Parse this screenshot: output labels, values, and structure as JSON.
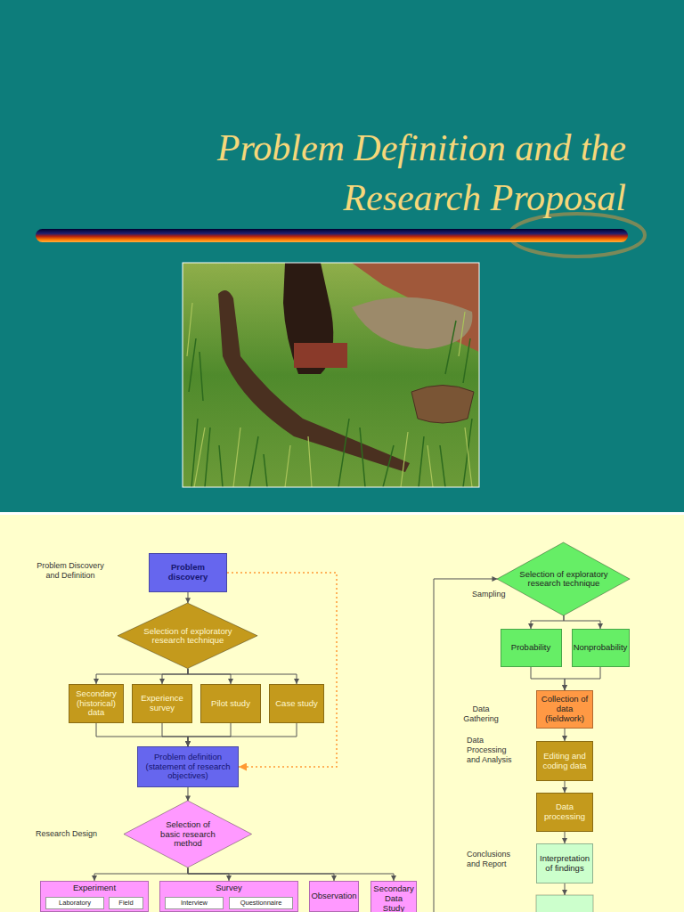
{
  "diagram": {
    "title": "Problem Definition and the Research Proposal",
    "nodes": [
      {
        "text": [
          "Problem discovery"
        ]
      },
      {
        "text": [
          "Selection of exploratory research technique"
        ]
      },
      {
        "text": [
          "Secondary (historical) data"
        ]
      },
      {
        "text": [
          "Experience survey"
        ]
      },
      {
        "text": [
          "Pilot study"
        ]
      },
      {
        "text": [
          "Case study"
        ]
      },
      {
        "text": [
          "Problem definition (statement of research objectives)"
        ]
      },
      {
        "text": [
          "Selection of basic research method"
        ]
      },
      {
        "text": [
          "Experiment"
        ]
      },
      {
        "text": [
          "Laboratory"
        ],
        "in": 8
      },
      {
        "text": [
          "Field"
        ],
        "in": 8
      },
      {
        "text": [
          "Survey"
        ]
      },
      {
        "text": [
          "Interview"
        ],
        "in": 11
      },
      {
        "text": [
          "Questionnaire"
        ],
        "in": 11
      },
      {
        "text": [
          "Observation"
        ]
      },
      {
        "text": [
          "Secondary Data Study"
        ]
      },
      {
        "text": [
          "Selection of exploratory research technique"
        ]
      },
      {
        "text": [
          "Probability"
        ]
      },
      {
        "text": [
          "Nonprobability"
        ]
      },
      {
        "text": [
          "Collection of data (fieldwork)"
        ]
      },
      {
        "text": [
          "Editing and coding data"
        ]
      },
      {
        "text": [
          "Data processing"
        ]
      },
      {
        "text": [
          "Interpretation of findings"
        ]
      }
    ],
    "edges": [
      {
        "from": 0,
        "to": 1,
        "arrow": "to"
      },
      {
        "from": 0,
        "to": 6,
        "arrow": "to"
      },
      {
        "from": 1,
        "to": 2,
        "arrow": "to"
      },
      {
        "from": 1,
        "to": 3,
        "arrow": "to"
      },
      {
        "from": 1,
        "to": 4,
        "arrow": "to"
      },
      {
        "from": 1,
        "to": 5,
        "arrow": "to"
      },
      {
        "from": 2,
        "to": 6,
        "arrow": "to"
      },
      {
        "from": 3,
        "to": 6,
        "arrow": "to"
      },
      {
        "from": 4,
        "to": 6,
        "arrow": "to"
      },
      {
        "from": 5,
        "to": 6,
        "arrow": "to"
      },
      {
        "from": 6,
        "to": 7,
        "arrow": "to"
      },
      {
        "from": 7,
        "to": 8,
        "arrow": "to"
      },
      {
        "from": 7,
        "to": 11,
        "arrow": "to"
      },
      {
        "from": 7,
        "to": 14,
        "arrow": "to"
      },
      {
        "from": 7,
        "to": 15,
        "arrow": "to"
      },
      {
        "from": 16,
        "to": 17,
        "arrow": "to"
      },
      {
        "from": 16,
        "to": 18,
        "arrow": "to"
      },
      {
        "from": 17,
        "to": 19,
        "arrow": "to"
      },
      {
        "from": 18,
        "to": 19,
        "arrow": "to"
      },
      {
        "from": 19,
        "to": 20,
        "arrow": "to"
      },
      {
        "from": 20,
        "to": 21,
        "arrow": "to"
      },
      {
        "from": 21,
        "to": 22,
        "arrow": "to"
      }
    ],
    "labels": [
      "Problem Discovery and Definition",
      "Research Design",
      "Sampling",
      "Data Gathering",
      "Data Processing and Analysis",
      "Conclusions and Report"
    ]
  }
}
